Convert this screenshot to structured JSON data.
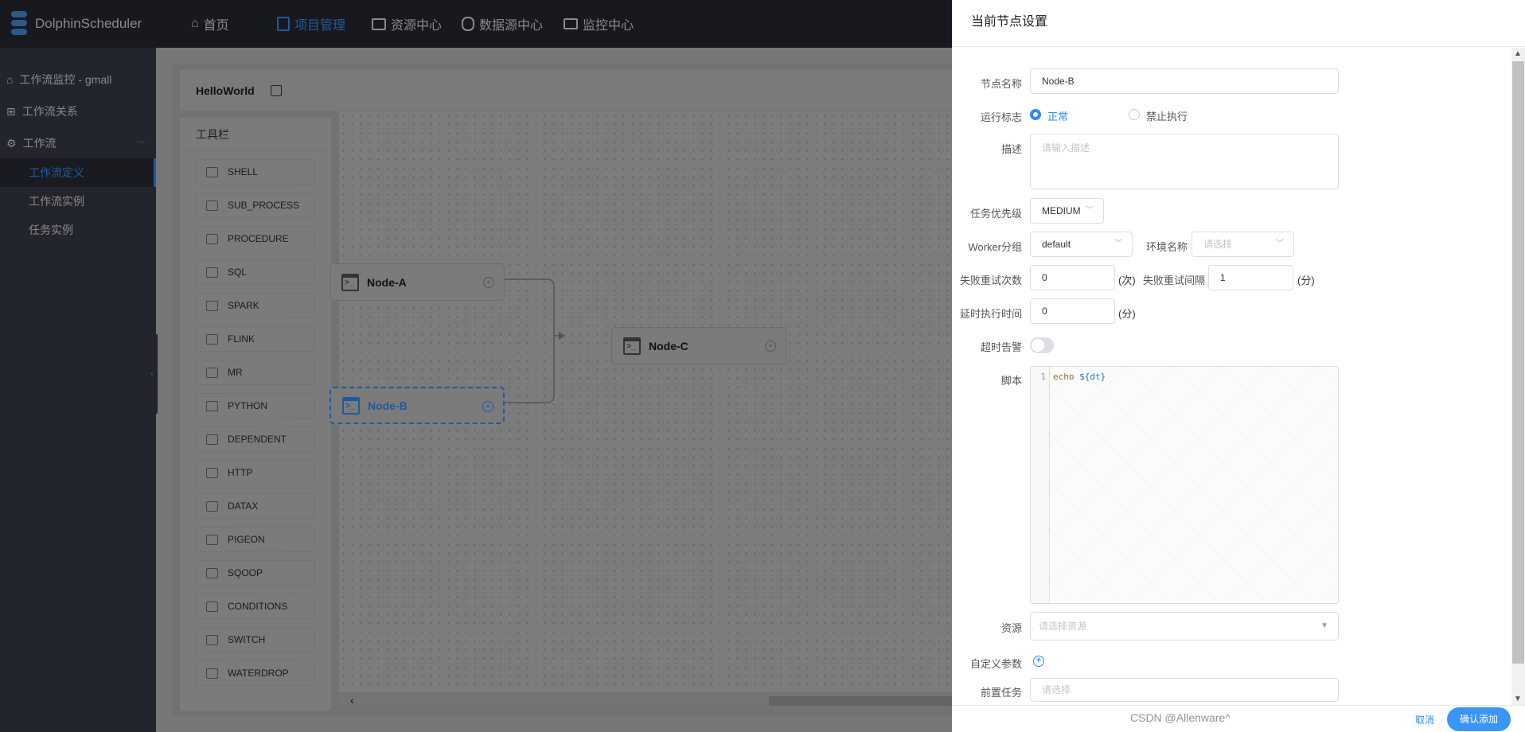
{
  "app": {
    "name": "DolphinScheduler"
  },
  "nav": [
    {
      "label": "首页",
      "icon": "home-icon"
    },
    {
      "label": "项目管理",
      "icon": "document-icon",
      "active": true
    },
    {
      "label": "资源中心",
      "icon": "folder-icon"
    },
    {
      "label": "数据源中心",
      "icon": "database-icon"
    },
    {
      "label": "监控中心",
      "icon": "monitor-icon"
    }
  ],
  "sidebar": {
    "items": [
      {
        "label": "工作流监控 - gmall"
      },
      {
        "label": "工作流关系"
      },
      {
        "label": "工作流"
      }
    ],
    "sub": [
      {
        "label": "工作流定义",
        "active": true
      },
      {
        "label": "工作流实例"
      },
      {
        "label": "任务实例"
      }
    ]
  },
  "workflow": {
    "title": "HelloWorld",
    "toolbar_title": "工具栏",
    "tools": [
      "SHELL",
      "SUB_PROCESS",
      "PROCEDURE",
      "SQL",
      "SPARK",
      "FLINK",
      "MR",
      "PYTHON",
      "DEPENDENT",
      "HTTP",
      "DATAX",
      "PIGEON",
      "SQOOP",
      "CONDITIONS",
      "SWITCH",
      "WATERDROP"
    ],
    "nodes": [
      {
        "name": "Node-A"
      },
      {
        "name": "Node-B",
        "selected": true
      },
      {
        "name": "Node-C"
      }
    ]
  },
  "drawer": {
    "title": "当前节点设置",
    "node_name": {
      "label": "节点名称",
      "value": "Node-B"
    },
    "run_flag": {
      "label": "运行标志",
      "options": [
        "正常",
        "禁止执行"
      ],
      "selected": "正常"
    },
    "desc": {
      "label": "描述",
      "placeholder": "请输入描述"
    },
    "priority": {
      "label": "任务优先级",
      "value": "MEDIUM"
    },
    "worker": {
      "label": "Worker分组",
      "value": "default"
    },
    "env": {
      "label": "环境名称",
      "placeholder": "请选择"
    },
    "retry_times": {
      "label": "失败重试次数",
      "value": "0",
      "unit": "(次)"
    },
    "retry_interval": {
      "label": "失败重试间隔",
      "value": "1",
      "unit": "(分)"
    },
    "delay": {
      "label": "延时执行时间",
      "value": "0",
      "unit": "(分)"
    },
    "timeout": {
      "label": "超时告警",
      "on": false
    },
    "script": {
      "label": "脚本",
      "line": "1",
      "kw": "echo",
      "var": "${dt}"
    },
    "resource": {
      "label": "资源",
      "placeholder": "请选择资源"
    },
    "params": {
      "label": "自定义参数"
    },
    "pre_task": {
      "label": "前置任务",
      "placeholder": "请选择"
    },
    "cancel": "取消",
    "confirm": "确认添加"
  },
  "watermark": "CSDN @Allenware^",
  "colors": {
    "accent": "#2d8cf0",
    "header": "#18191e",
    "sidebar": "#22252b"
  }
}
